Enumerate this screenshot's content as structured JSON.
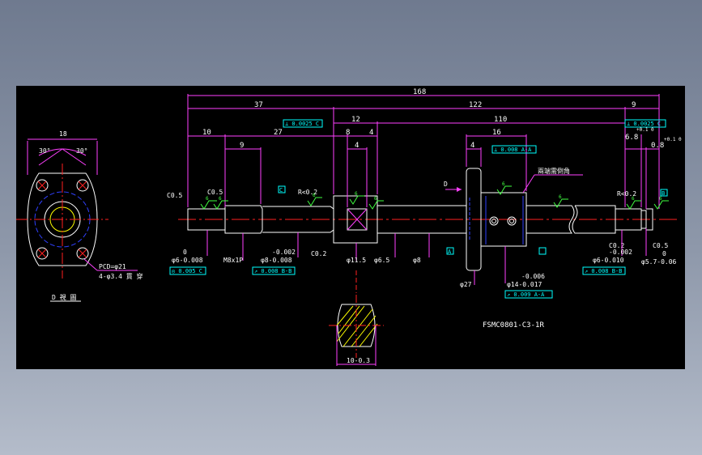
{
  "drawing": {
    "part_number": "FSMC0801-C3-1R",
    "colors": {
      "background": "#000000",
      "outline": "#ffffff",
      "dimension": "#ff40ff",
      "centerline": "#ff2020",
      "annotation": "#00ffff",
      "hidden": "#3040ff",
      "roughness": "#40ff40",
      "yellow": "#ffff00"
    },
    "view_label": "D 視 圖",
    "view_arrow": "D",
    "side_view": {
      "width": "18",
      "angle_left": "30°",
      "angle_right": "30°",
      "pcd": "PCD=φ21",
      "holes": "4-φ3.4 貫 穿"
    },
    "top_dimensions": {
      "overall": "168",
      "left": "37",
      "middle": "122",
      "right": "9",
      "d10": "10",
      "d27": "27",
      "d12": "12",
      "d110": "110",
      "d9": "9",
      "d8": "8",
      "d4a": "4",
      "d4b": "4",
      "d16": "16",
      "d4c": "4",
      "d6_8": "6.8",
      "tol_68": "+0.1\n0",
      "d0_8": "0.8",
      "tol_08": "+0.1\n0"
    },
    "frames": {
      "left_runout": "⊥ 0.0025 C",
      "nut_perp": "⊥ 0.008 A-A",
      "right_runout": "⊥ 0.0025 C"
    },
    "chamfers": {
      "c05_left": "C0.5",
      "c05_inner": "C0.5",
      "r02_left": "R<0.2",
      "r02_right": "R<0.2",
      "c02_left": "C0.2",
      "c02_right": "C0.2",
      "c05_right": "C0.5"
    },
    "bottom_dimensions": {
      "d6_tol": "0\nφ6-0.008",
      "m8": "M8x1P",
      "d8_tol": "-0.002\nφ8-0.008",
      "d11_5": "φ11.5",
      "d6_5": "φ6.5",
      "d8": "φ8",
      "d27": "φ27",
      "d14_tol": "-0.006\nφ14-0.017",
      "d6r_tol": "-0.002\nφ6-0.010",
      "d5_7": "0\nφ5.7-0.06"
    },
    "bottom_frames": {
      "f1": "◎ 0.005 C",
      "f2": "↗ 0.008 B-B",
      "f3": "↗ 0.009 A-A",
      "f4": "↗ 0.008 B-B"
    },
    "datum_labels": {
      "a": "A",
      "b": "B",
      "c": "C"
    },
    "roughness": {
      "r1": "6",
      "r2": "6",
      "r3": "6",
      "r4": "6",
      "r5": "6",
      "r6": "6",
      "r7": "6",
      "r8": "6",
      "r9": "6"
    },
    "section": {
      "width": "10-0.3"
    },
    "nut_note": "兩端需倒角"
  }
}
